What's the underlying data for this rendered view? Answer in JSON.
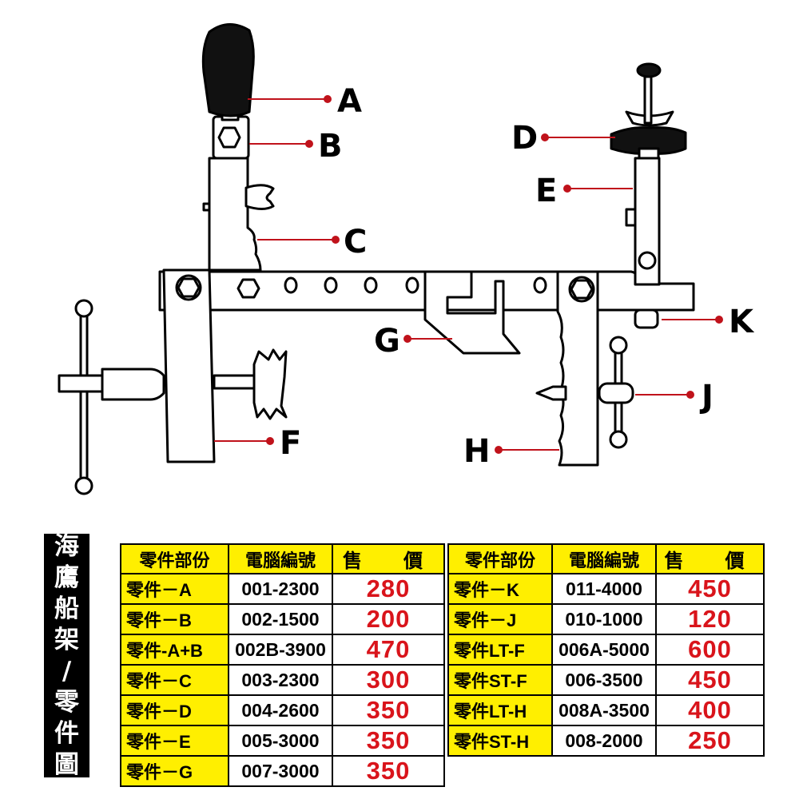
{
  "diagram": {
    "callouts": [
      "A",
      "B",
      "C",
      "D",
      "E",
      "F",
      "G",
      "H",
      "J",
      "K"
    ]
  },
  "vertical_title": [
    "海",
    "鷹",
    "船",
    "架",
    "/",
    "零",
    "件",
    "圖"
  ],
  "table_left": {
    "headers": [
      "零件部份",
      "電腦編號",
      "售　價"
    ],
    "rows": [
      {
        "part": "零件－A",
        "code": "001-2300",
        "price": "280"
      },
      {
        "part": "零件－B",
        "code": "002-1500",
        "price": "200"
      },
      {
        "part": "零件-A+B",
        "code": "002B-3900",
        "price": "470"
      },
      {
        "part": "零件－C",
        "code": "003-2300",
        "price": "300"
      },
      {
        "part": "零件－D",
        "code": "004-2600",
        "price": "350"
      },
      {
        "part": "零件－E",
        "code": "005-3000",
        "price": "350"
      },
      {
        "part": "零件－G",
        "code": "007-3000",
        "price": "350"
      }
    ]
  },
  "table_right": {
    "headers": [
      "零件部份",
      "電腦編號",
      "售　價"
    ],
    "rows": [
      {
        "part": "零件－K",
        "code": "011-4000",
        "price": "450"
      },
      {
        "part": "零件－J",
        "code": "010-1000",
        "price": "120"
      },
      {
        "part": "零件LT-F",
        "code": "006A-5000",
        "price": "600"
      },
      {
        "part": "零件ST-F",
        "code": "006-3500",
        "price": "450"
      },
      {
        "part": "零件LT-H",
        "code": "008A-3500",
        "price": "400"
      },
      {
        "part": "零件ST-H",
        "code": "008-2000",
        "price": "250"
      }
    ]
  },
  "colors": {
    "leader": "#c0121b",
    "highlight": "#ffef00",
    "price": "#d9141b"
  }
}
